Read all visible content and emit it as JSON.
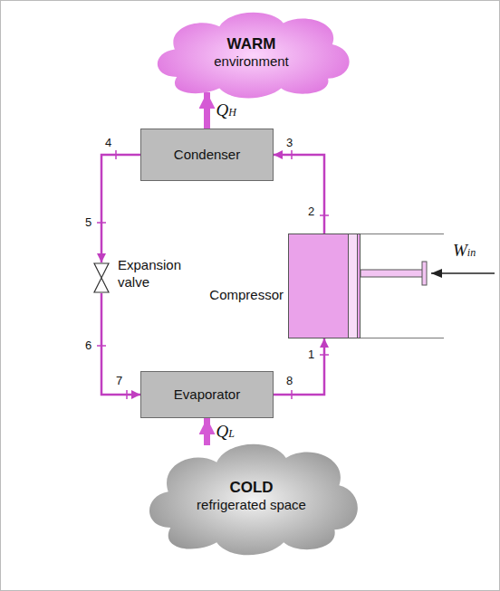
{
  "diagram": {
    "nodes": [
      {
        "text": [
          "WARM",
          "environment"
        ]
      },
      {
        "text": [
          "Condenser"
        ]
      },
      {
        "text": [
          "Expansion valve"
        ]
      },
      {
        "text": [
          "Compressor"
        ]
      },
      {
        "text": [
          "Evaporator"
        ]
      },
      {
        "text": [
          "COLD",
          "refrigerated space"
        ]
      }
    ],
    "edges": [
      {
        "from": 1,
        "to": 2,
        "arrow": "to"
      },
      {
        "from": 2,
        "to": 4,
        "arrow": "to"
      },
      {
        "from": 4,
        "to": 3,
        "arrow": "to"
      },
      {
        "from": 3,
        "to": 1,
        "arrow": "to"
      },
      {
        "from": 1,
        "to": 0,
        "arrow": "to",
        "label": "QH"
      },
      {
        "from": 5,
        "to": 4,
        "arrow": "to",
        "label": "QL"
      }
    ],
    "labels": [
      "4",
      "3",
      "2",
      "5",
      "Win",
      "6",
      "1",
      "7",
      "8"
    ]
  }
}
